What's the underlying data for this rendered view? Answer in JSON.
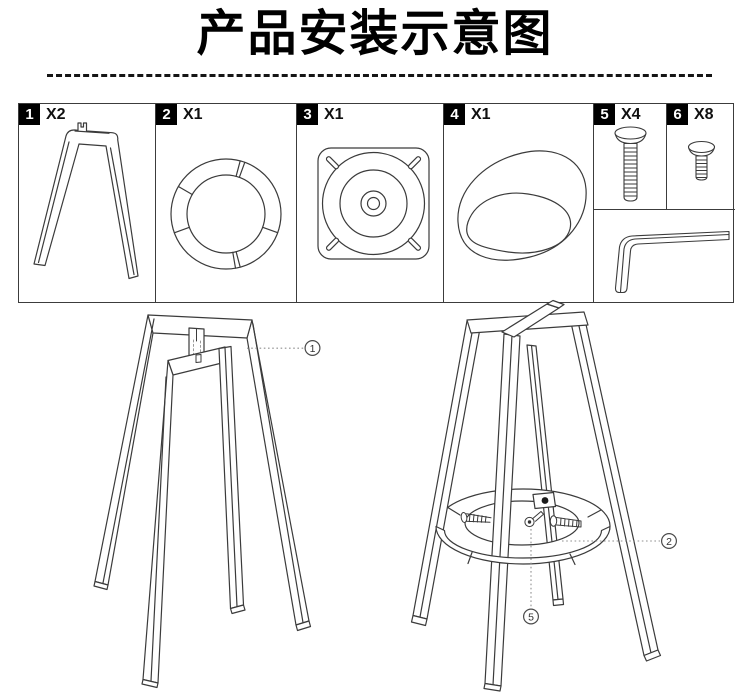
{
  "header": {
    "title": "产品安装示意图"
  },
  "parts": [
    {
      "id": "1",
      "qty": "X2",
      "icon": "leg-frame-icon"
    },
    {
      "id": "2",
      "qty": "X1",
      "icon": "footrest-ring-icon"
    },
    {
      "id": "3",
      "qty": "X1",
      "icon": "swivel-plate-icon"
    },
    {
      "id": "4",
      "qty": "X1",
      "icon": "seat-shell-icon"
    },
    {
      "id": "5",
      "qty": "X4",
      "icon": "long-bolt-icon"
    },
    {
      "id": "6",
      "qty": "X8",
      "icon": "short-bolt-icon"
    }
  ],
  "tools": {
    "allen_key_icon": "allen-key-icon"
  },
  "steps": {
    "step1": {
      "callout": "1"
    },
    "step2": {
      "callout_ring": "2",
      "callout_screw": "5"
    }
  },
  "colors": {
    "line": "#3b3b3b",
    "badge_bg": "#000000",
    "badge_text": "#ffffff"
  }
}
